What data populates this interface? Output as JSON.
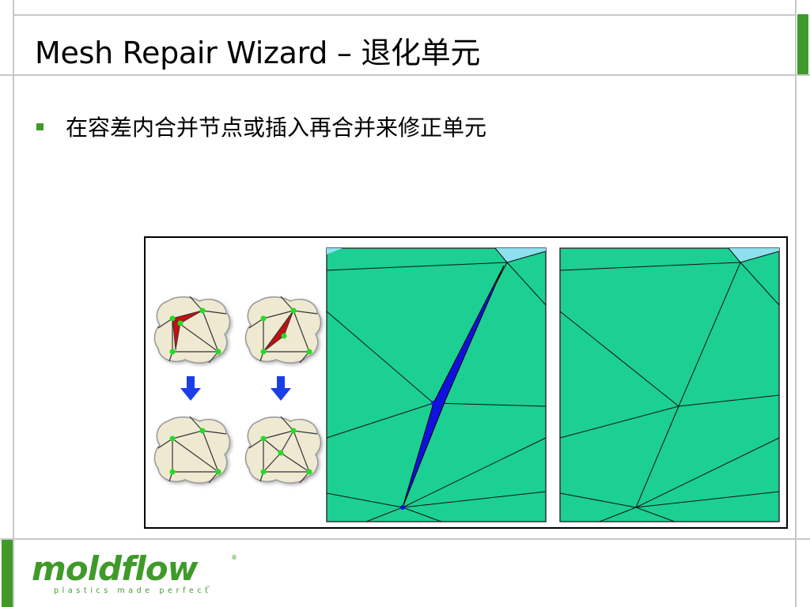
{
  "slide": {
    "title": "Mesh Repair Wizard – 退化单元",
    "bullet": "在容差内合并节点或插入再合并来修正单元"
  },
  "footer": {
    "brand": "moldflow",
    "tagline": "plastics made perfect",
    "registered": "®",
    "trademark": "™"
  },
  "colors": {
    "accent_green": "#3f9a2a",
    "mesh_fill": "#1ccf93",
    "degenerate_element": "#1010e0",
    "edge_region": "#8fe0ee",
    "node_marker": "#22dd22",
    "bad_element_red": "#c01010",
    "small_mesh_fill": "#efe9d2",
    "arrow_blue": "#1a3fe6"
  },
  "icons": {
    "bullet": "square-bullet-icon",
    "arrow": "down-arrow-icon",
    "logo": "moldflow-logo"
  }
}
